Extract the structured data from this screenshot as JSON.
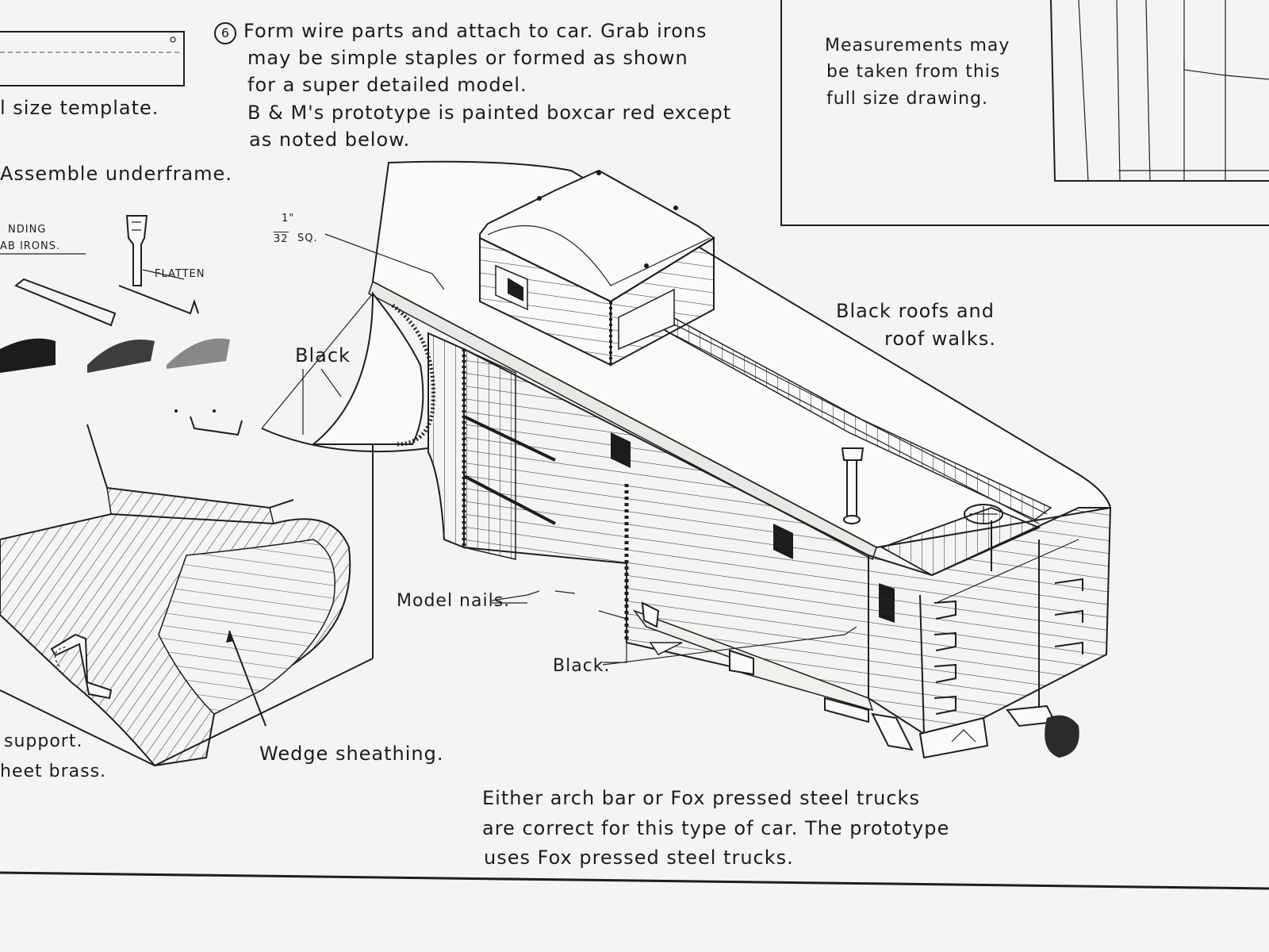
{
  "step6": {
    "number": "6",
    "line1": "Form wire parts and attach to car. Grab irons",
    "line2": "may be simple staples or formed as shown",
    "line3": "for a super detailed model.",
    "line4": "B & M's prototype is painted boxcar red except",
    "line5": "as noted below."
  },
  "left_notes": {
    "template": "l size template.",
    "assemble": "Assemble underframe.",
    "bending_1": "NDING",
    "bending_2": "AB IRONS.",
    "flatten": "FLATTEN",
    "support": "support.",
    "sheet_brass": "heet brass."
  },
  "measurements": {
    "line1": "Measurements may",
    "line2": "be taken from this",
    "line3": "full size drawing."
  },
  "callouts": {
    "dim_num": "1\"",
    "dim_den": "32",
    "dim_unit": "SQ.",
    "black_top": "Black",
    "black_roofs_1": "Black roofs and",
    "black_roofs_2": "roof walks.",
    "model_nails": "Model nails.",
    "black_bottom": "Black.",
    "wedge": "Wedge sheathing."
  },
  "trucks_note": {
    "line1": "Either arch bar or Fox pressed steel trucks",
    "line2": "are correct for this type of car. The prototype",
    "line3": "uses Fox pressed steel trucks."
  }
}
